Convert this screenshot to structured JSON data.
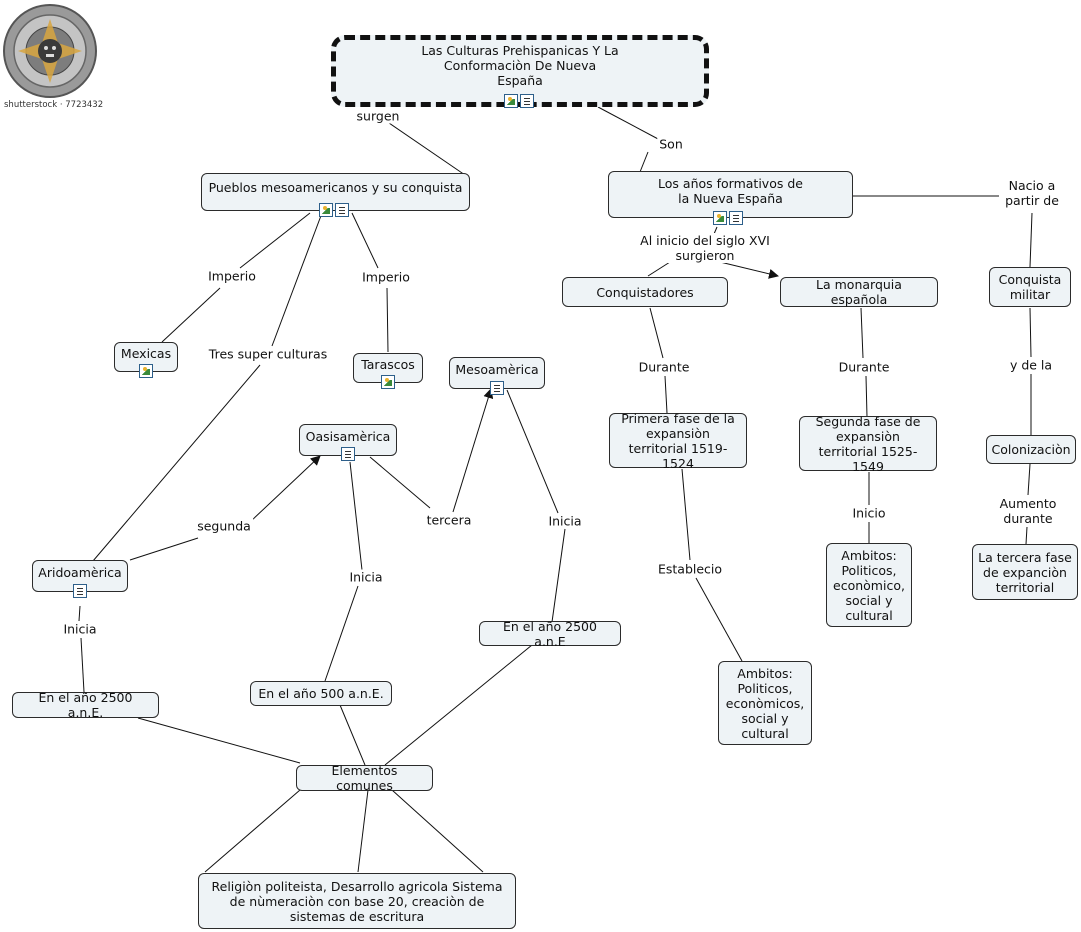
{
  "logo": {
    "caption": "shutterstock · 7723432"
  },
  "nodes": {
    "main": "Las Culturas Prehispanicas Y La Conformaciòn De Nueva España",
    "pueblos": "Pueblos mesoamericanos y su conquista",
    "anos": "Los años formativos de la Nueva España",
    "mexicas": "Mexicas",
    "tarascos": "Tarascos",
    "mesoamerica": "Mesoamèrica",
    "oasisamerica": "Oasisamèrica",
    "aridoamerica": "Aridoamèrica",
    "ano2500a": "En el año 2500 a.n.E.",
    "ano500": "En el año 500 a.n.E.",
    "ano2500b": "En el año 2500 a.n.E",
    "elementos": "Elementos comunes",
    "religion": "Religiòn politeista, Desarrollo agricola Sistema de nùmeraciòn con base 20, creaciòn de sistemas de escritura",
    "conquistadores": "Conquistadores",
    "monarquia": "La monarquia española",
    "conquista": "Conquista militar",
    "primera": "Primera fase de la expansiòn territorial 1519-1524",
    "segunda": "Segunda fase de expansiòn territorial 1525-1549",
    "colonizacion": "Colonizaciòn",
    "tercera_fase": "La tercera fase de expanciòn territorial",
    "ambitos1": "Ambitos: Politicos, econòmico, social y cultural",
    "ambitos2": "Ambitos: Politicos, econòmicos, social y cultural"
  },
  "labels": {
    "surgen": "surgen",
    "son": "Son",
    "imperio1": "Imperio",
    "imperio2": "Imperio",
    "tres": "Tres super culturas",
    "segunda": "segunda",
    "tercera": "tercera",
    "inicia_ari": "Inicia",
    "inicia_oasis": "Inicia",
    "inicia_meso": "Inicia",
    "al_inicio": "Al inicio del siglo XVI surgieron",
    "durante1": "Durante",
    "durante2": "Durante",
    "establecio": "Establecio",
    "inicio": "Inicio",
    "nacio": "Nacio a partir de",
    "y_de_la": "y de la",
    "aumento": "Aumento durante"
  },
  "icons": {
    "image": "image-icon",
    "note": "note-icon"
  }
}
